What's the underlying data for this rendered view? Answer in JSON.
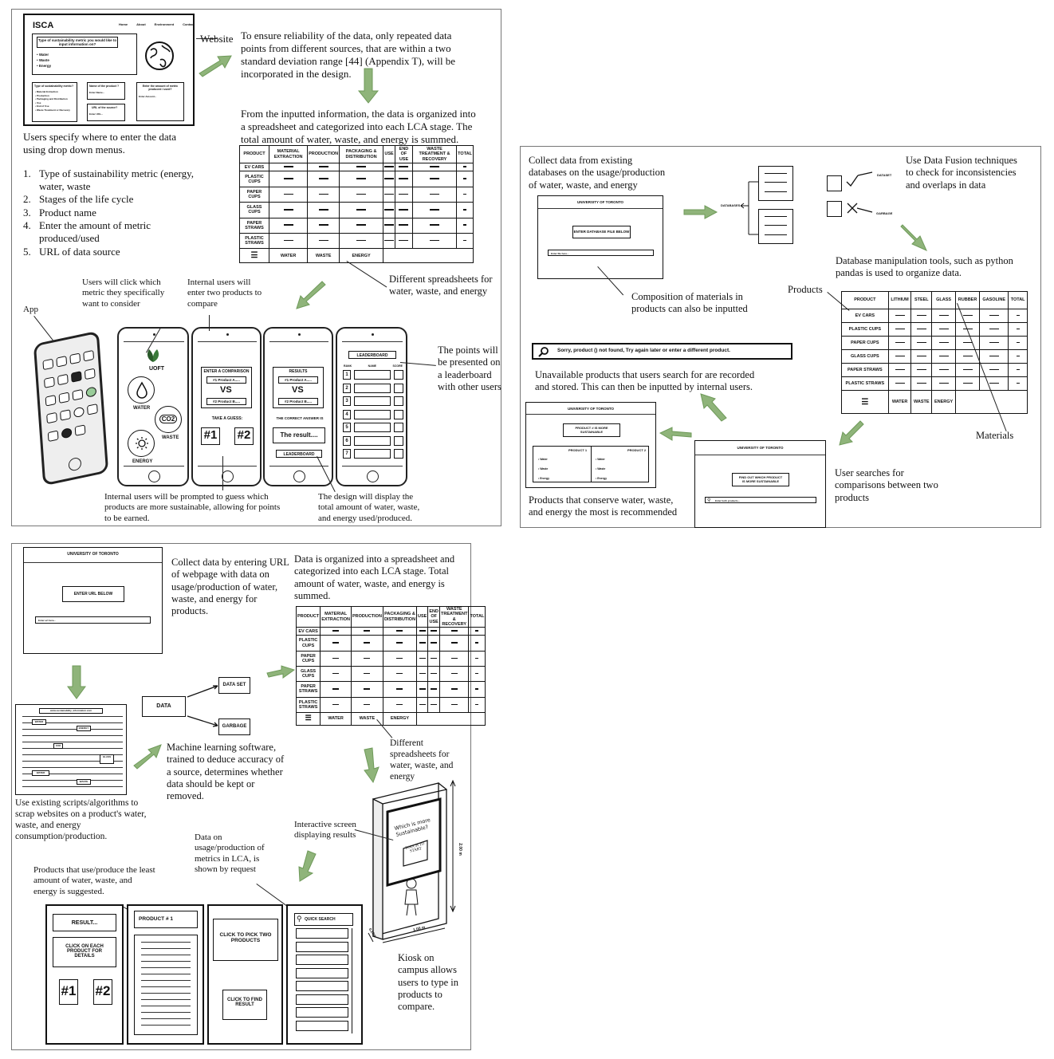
{
  "panel1": {
    "website_mock": {
      "logo": "ISCA",
      "nav": [
        "Home",
        "About",
        "Environment",
        "Contact"
      ],
      "question": "Type of sustainability metric you would like to input information on?",
      "options": [
        "Water",
        "Waste",
        "Energy"
      ],
      "field1_title": "Type of sustainability metric?",
      "field1_items": [
        "Material Extraction",
        "Production",
        "Packaging and Distribution",
        "Use",
        "End of Use",
        "Waste Treatment or Recovery"
      ],
      "field2_title": "Name of the product ?",
      "field2_placeholder": "Enter Name...",
      "field3_title": "URL of the source?",
      "field3_placeholder": "Enter URL...",
      "field4_title": "Enter the amount of metric produced / used?",
      "field4_placeholder": "Enter Amount..."
    },
    "website_label": "Website",
    "reliability_text": "To ensure reliability of the data, only repeated data points from different sources, that are within a two standard deviation range [44] (Appendix T), will be incorporated in the design.",
    "organize_text": "From the inputted information, the data is organized into a spreadsheet and categorized into each LCA stage. The total amount of water, waste, and energy is summed.",
    "users_specify": "Users specify where to enter the data using drop down menus.",
    "steps": [
      {
        "num": "1.",
        "text": "Type of sustainability metric (energy, water, waste"
      },
      {
        "num": "2.",
        "text": "Stages of the life cycle"
      },
      {
        "num": "3.",
        "text": "Product name"
      },
      {
        "num": "4.",
        "text": "Enter the amount of metric produced/used"
      },
      {
        "num": "5.",
        "text": "URL of data source"
      }
    ],
    "table": {
      "headers": [
        "PRODUCT",
        "MATERIAL EXTRACTION",
        "PRODUCTION",
        "PACKAGING & DISTRIBUTION",
        "USE",
        "END OF USE",
        "WASTE TREATMENT & RECOVERY",
        "TOTAL"
      ],
      "rows": [
        "EV CARS",
        "PLASTIC CUPS",
        "PAPER CUPS",
        "GLASS CUPS",
        "PAPER STRAWS",
        "PLASTIC STRAWS"
      ],
      "tabs": [
        "WATER",
        "WASTE",
        "ENERGY"
      ]
    },
    "diff_sheets": "Different spreadsheets for water, waste, and energy",
    "app_label": "App",
    "click_text": "Users will click which metric they specifically want to consider",
    "internal_enter": "Internal users will enter two products to compare",
    "leaderboard_text": "The points will be presented on a leaderboard with other users",
    "prompt_text": "Internal users will be prompted to guess which products are more sustainable, allowing for points to be earned.",
    "display_text": "The design will display the total amount of water, waste, and energy used/produced.",
    "phone2": {
      "brand": "UOFT",
      "water": "WATER",
      "co2": "CO2",
      "waste": "WASTE",
      "energy": "ENERGY"
    },
    "phone3": {
      "title": "ENTER A COMPARISON",
      "p1": "#1 Product A.....",
      "vs": "VS",
      "p2": "#2 Product B.....",
      "guess": "TAKE A GUESS:",
      "b1": "#1",
      "b2": "#2"
    },
    "phone4": {
      "title": "RESULTS",
      "p1": "#1 Product A.....",
      "vs": "VS",
      "p2": "#2 Product B.....",
      "correct": "THE CORRECT ANSWER IS",
      "result": "The result....",
      "lb": "LEADERBOARD"
    },
    "phone5": {
      "title": "LEADERBOARD",
      "cols": [
        "RANK",
        "NAME",
        "SCORE"
      ],
      "ranks": [
        "1",
        "2",
        "3",
        "4",
        "5",
        "6",
        "7"
      ]
    }
  },
  "panel2": {
    "collect_text": "Collect data from existing databases on the usage/production of water, waste, and energy",
    "uoft": "UNIVERSITY OF TORONTO",
    "enter_db": "ENTER DATABASE FILE BELOW",
    "enter_file": "Enter file here...",
    "databases": "DATABASES",
    "dataset": "DATASET",
    "garbage": "GARBAGE",
    "fusion_text": "Use Data Fusion techniques to check for inconsistencies and overlaps in data",
    "pandas_text": "Database manipulation tools, such as python pandas is used to organize data.",
    "products_label": "Products",
    "composition_text": "Composition of materials in products can also be inputted",
    "table": {
      "headers": [
        "PRODUCT",
        "LITHIUM",
        "STEEL",
        "GLASS",
        "RUBBER",
        "GASOLINE",
        "TOTAL"
      ],
      "rows": [
        "EV CARS",
        "PLASTIC CUPS",
        "PAPER CUPS",
        "GLASS CUPS",
        "PAPER STRAWS",
        "PLASTIC STRAWS"
      ],
      "tabs": [
        "WATER",
        "WASTE",
        "ENERGY"
      ]
    },
    "sorry_text": "Sorry, product () not found, Try again later or enter a different product.",
    "unavailable_text": "Unavailable products that users search for are recorded and stored. This can then be inputted by internal users.",
    "materials_label": "Materials",
    "result_screen": {
      "title": "UNIVERSITY OF TORONTO",
      "msg": "PRODUCT # IS MORE SUSTAINABLE",
      "p1": "PRODUCT 1",
      "p2": "PRODUCT 2",
      "items": [
        "Water",
        "Waste",
        "Energy"
      ]
    },
    "search_screen": {
      "title": "UNIVERSITY OF TORONTO",
      "msg": "FIND OUT WHICH PRODUCT IS MORE SUSTAINABLE",
      "placeholder": "Enter both products..."
    },
    "conserve_text": "Products that conserve water, waste, and energy the most is recommended",
    "searches_text": "User searches for comparisons between two products"
  },
  "panel3": {
    "uoft": "UNIVERSITY OF TORONTO",
    "enter_url": "ENTER URL BELOW",
    "url_placeholder": "Enter url here...",
    "collect_url_text": "Collect data by entering URL of webpage with data on usage/production of water, waste, and energy for products.",
    "organized_text": "Data is organized into a spreadsheet and categorized into each LCA stage. Total amount of water, waste, and energy is summed.",
    "scrape_header": "www.sustainability_information.com",
    "scrape_tags": [
      "WATER",
      "ENERGY",
      "CO2",
      "GLASS",
      "WATER",
      "WASTE"
    ],
    "data_label": "DATA",
    "dataset_label": "DATA SET",
    "garbage_label": "GARBAGE",
    "ml_text": "Machine learning software, trained to deduce accuracy of a source, determines whether data should be kept or removed.",
    "scrap_text": "Use existing scripts/algorithms to scrap websites on a product's water, waste, and energy consumption/production.",
    "table": {
      "headers": [
        "PRODUCT",
        "MATERIAL EXTRACTION",
        "PRODUCTION",
        "PACKAGING & DISTRIBUTION",
        "USE",
        "END OF USE",
        "WASTE TREATMENT & RECOVERY",
        "TOTAL"
      ],
      "rows": [
        "EV CARS",
        "PLASTIC CUPS",
        "PAPER CUPS",
        "GLASS CUPS",
        "PAPER STRAWS",
        "PLASTIC STRAWS"
      ],
      "tabs": [
        "WATER",
        "WASTE",
        "ENERGY"
      ]
    },
    "diff_sheets": "Different spreadsheets for water, waste, and energy",
    "interactive_text": "Interactive screen displaying results",
    "data_on_text": "Data on usage/production of metrics in LCA, is shown by request",
    "least_text": "Products that use/produce the least amount of water, waste, and energy is suggested.",
    "kiosk_text": "Kiosk on campus allows users to type in products to compare.",
    "kiosk_screen": "Which is more Sustainable?",
    "kiosk_touch": "TOUCH TO START",
    "kiosk_h": "2.00 m",
    "kiosk_w": "1.00 m",
    "kiosk_d": "0.20m",
    "screens": {
      "result": "RESULT...",
      "click_each": "CLICK ON EACH PRODUCT FOR DETAILS",
      "n1": "#1",
      "n2": "#2",
      "product1": "PRODUCT # 1",
      "pick_two": "CLICK TO PICK TWO PRODUCTS",
      "find_result": "CLICK TO FIND RESULT",
      "quick_search": "QUICK SEARCH"
    }
  },
  "colors": {
    "arrow": "#8fb47a",
    "arrow_stroke": "#6f9a5a",
    "line": "#111111"
  }
}
